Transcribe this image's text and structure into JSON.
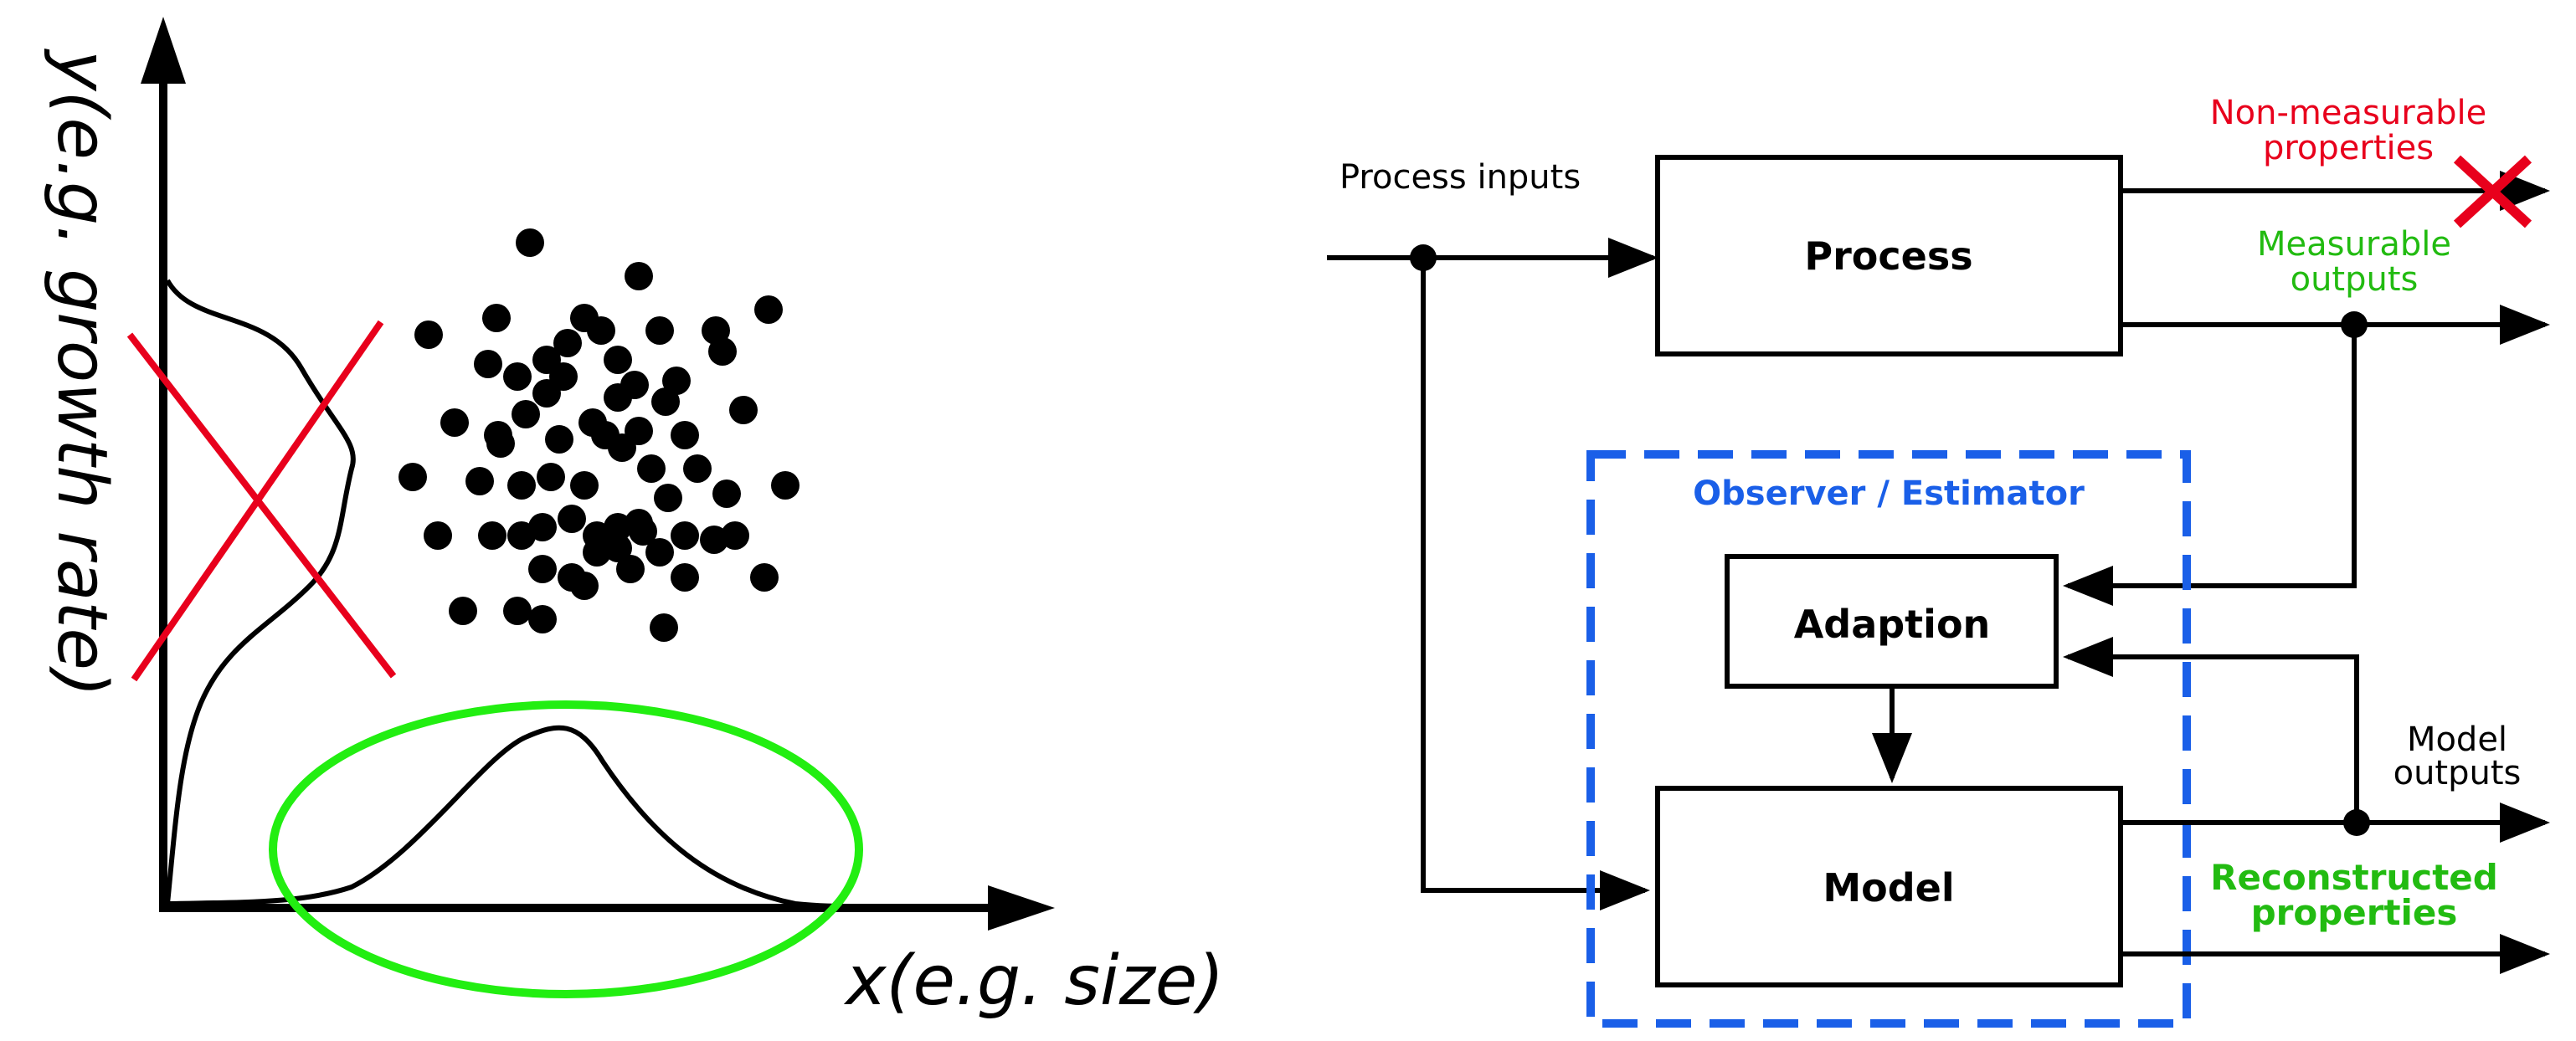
{
  "left_plot": {
    "y_axis_label": "y(e.g. growth rate)",
    "x_axis_label": "x(e.g. size)"
  },
  "diagram": {
    "process_inputs_label": "Process inputs",
    "process_box_label": "Process",
    "non_measurable_line1": "Non-measurable",
    "non_measurable_line2": "properties",
    "measurable_line1": "Measurable",
    "measurable_line2": "outputs",
    "observer_label": "Observer / Estimator",
    "adaption_box_label": "Adaption",
    "model_box_label": "Model",
    "model_outputs_line1": "Model",
    "model_outputs_line2": "outputs",
    "reconstructed_line1": "Reconstructed",
    "reconstructed_line2": "properties"
  },
  "colors": {
    "red": "#e8001c",
    "green": "#22ee11",
    "green_text": "#22bb11",
    "blue": "#1a5fe8"
  }
}
